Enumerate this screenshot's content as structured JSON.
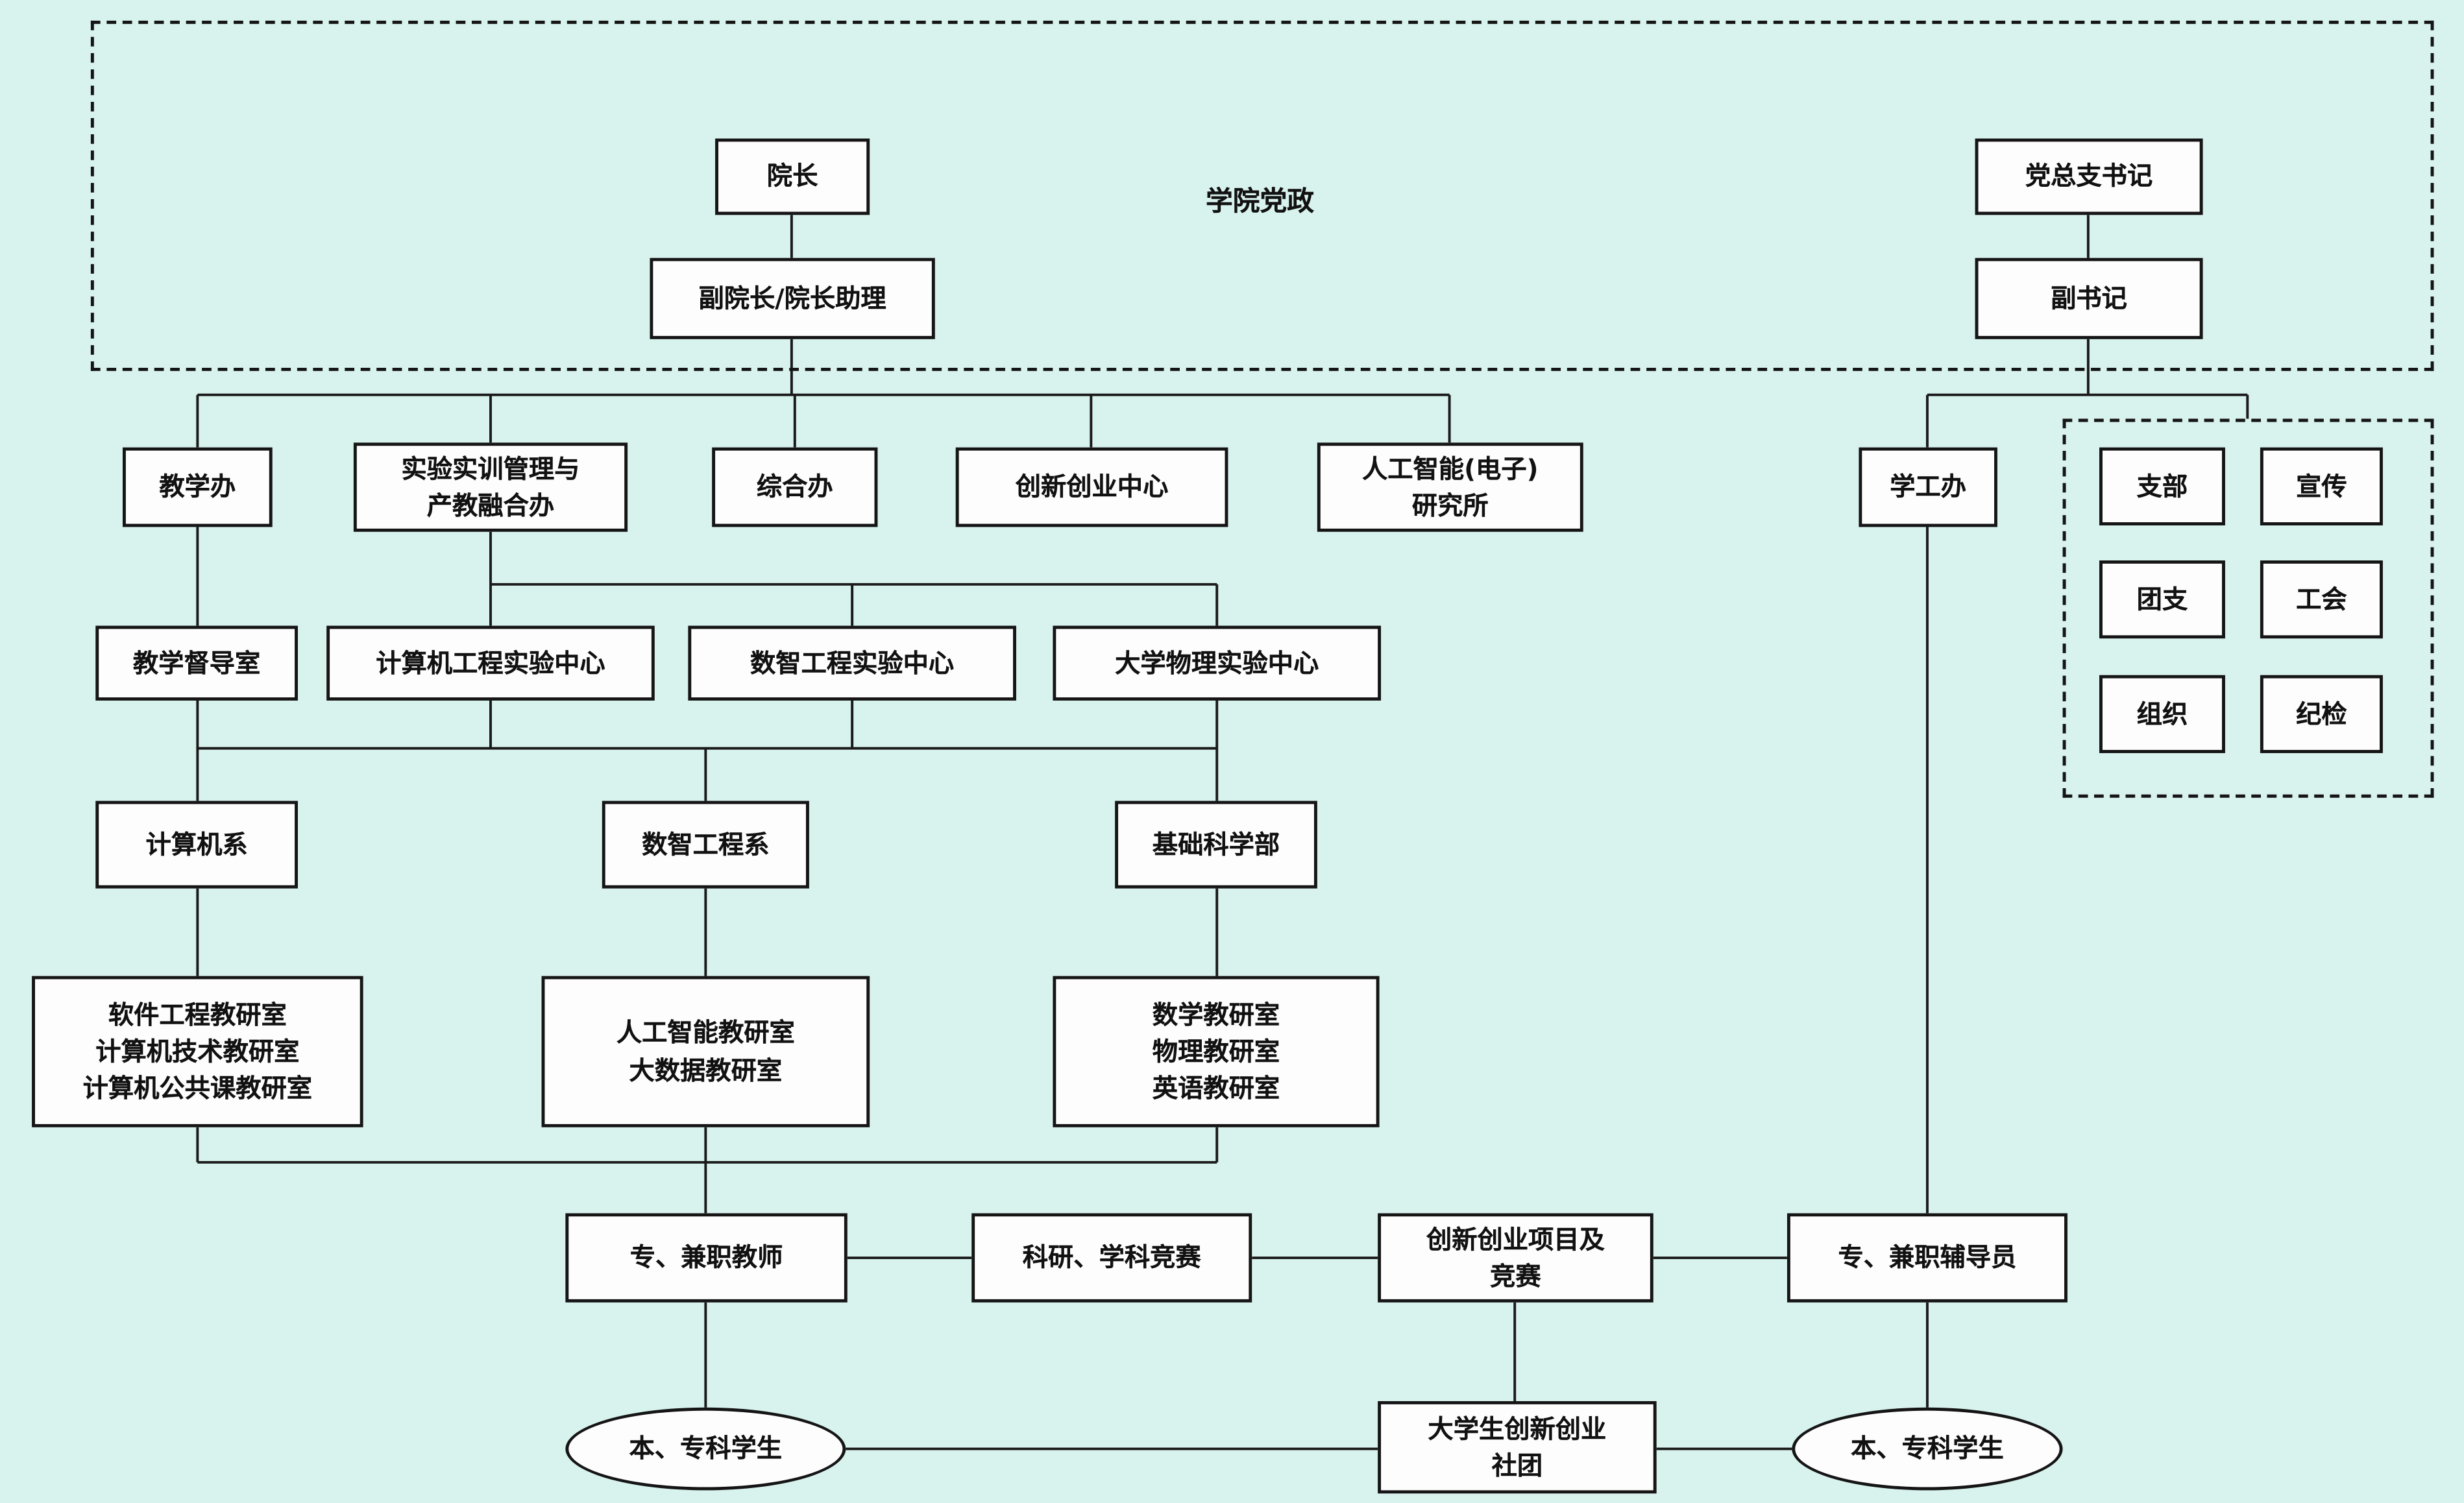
{
  "diagram": {
    "header": {
      "group_label": "学院党政",
      "dean": "院长",
      "vice_dean": "副院长/院长助理",
      "party_secretary": "党总支书记",
      "deputy_secretary": "副书记"
    },
    "offices": {
      "teaching_office": "教学办",
      "lab_training_office": "实验实训管理与\n产教融合办",
      "general_office": "综合办",
      "innovation_center": "创新创业中心",
      "ai_institute": "人工智能(电子)\n研究所",
      "student_affairs_office": "学工办"
    },
    "party_groups": {
      "branch": "支部",
      "propaganda": "宣传",
      "youth_league": "团支",
      "labor_union": "工会",
      "organization": "组织",
      "discipline": "纪检"
    },
    "centers": {
      "supervision_office": "教学督导室",
      "computer_lab_center": "计算机工程实验中心",
      "digital_lab_center": "数智工程实验中心",
      "physics_lab_center": "大学物理实验中心"
    },
    "departments": {
      "computer_dept": "计算机系",
      "digital_eng_dept": "数智工程系",
      "basic_science_dept": "基础科学部"
    },
    "teaching_groups": {
      "computer": "软件工程教研室\n计算机技术教研室\n计算机公共课教研室",
      "ai": "人工智能教研室\n大数据教研室",
      "science": "数学教研室\n物理教研室\n英语教研室"
    },
    "activities": {
      "teachers": "专、兼职教师",
      "research_competition": "科研、学科竞赛",
      "innovation_projects": "创新创业项目及\n竞赛",
      "counselors": "专、兼职辅导员"
    },
    "students": {
      "left": "本、专科学生",
      "club": "大学生创新创业\n社团",
      "right": "本、专科学生"
    }
  }
}
